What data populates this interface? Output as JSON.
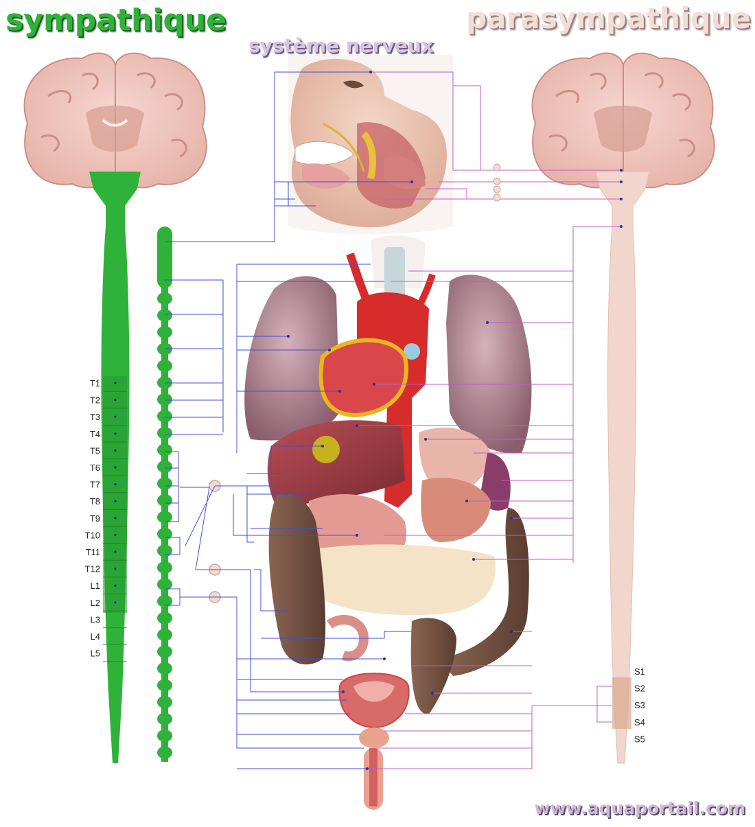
{
  "titles": {
    "sympathetic": "sympathique",
    "parasympathetic": "parasympathique",
    "system": "système nerveux"
  },
  "footer": {
    "url": "www.aquaportail.com"
  },
  "segments": {
    "thoracic": [
      "T1",
      "T2",
      "T3",
      "T4",
      "T5",
      "T6",
      "T7",
      "T8",
      "T9",
      "T10",
      "T11",
      "T12"
    ],
    "lumbar": [
      "L1",
      "L2",
      "L3",
      "L4",
      "L5"
    ],
    "sacral": [
      "S1",
      "S2",
      "S3",
      "S4",
      "S5"
    ]
  },
  "colors": {
    "sympathetic": "#2fb23a",
    "parasympathetic": "#f2d5cd",
    "sympathetic_wire": "#3d4fd6",
    "parasympathetic_wire": "#c05cc6"
  }
}
